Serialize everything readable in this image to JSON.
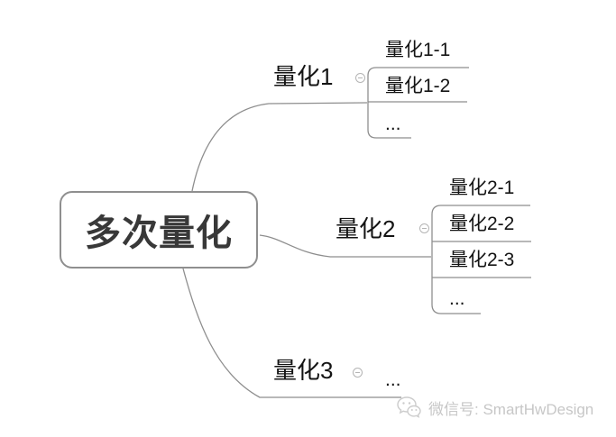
{
  "canvas": {
    "background": "#ffffff"
  },
  "colors": {
    "connector_line": "#8e8e8e",
    "root_border": "#8f8f8f",
    "topic_text": "#141414",
    "root_text": "#383838",
    "collapse_icon": "#b4b4b4",
    "watermark_text": "#c7c7c7"
  },
  "mindmap": {
    "root": {
      "label": "多次量化"
    },
    "branches": [
      {
        "label": "量化1",
        "children": [
          "量化1-1",
          "量化1-2",
          "..."
        ]
      },
      {
        "label": "量化2",
        "children": [
          "量化2-1",
          "量化2-2",
          "量化2-3",
          "..."
        ]
      },
      {
        "label": "量化3",
        "children": [
          "..."
        ]
      }
    ]
  },
  "watermark": {
    "icon": "wechat-icon",
    "text": "微信号: SmartHwDesign"
  }
}
